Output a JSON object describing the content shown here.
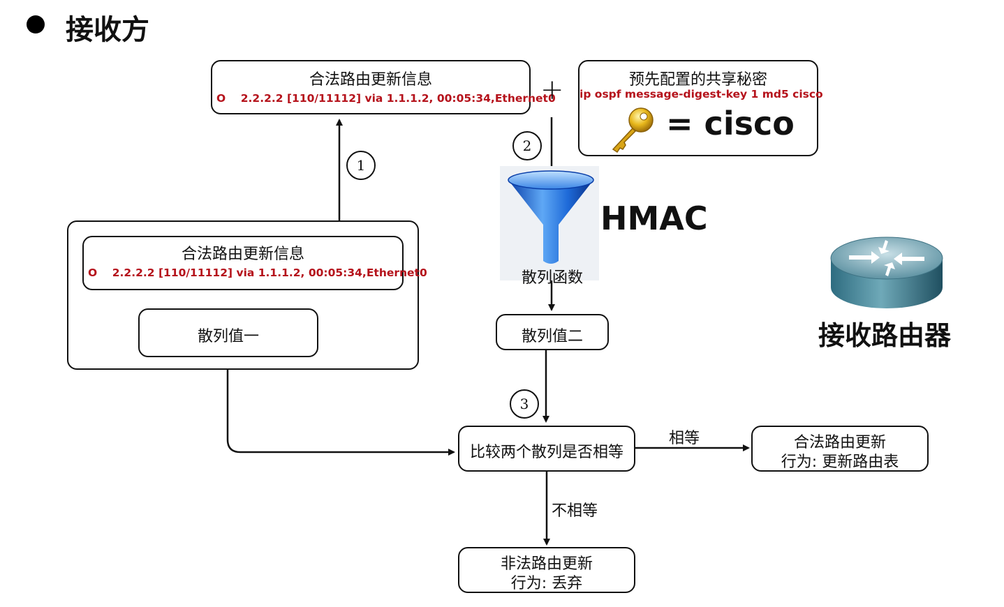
{
  "header": {
    "title": "接收方"
  },
  "top_update": {
    "title": "合法路由更新信息",
    "route": "O    2.2.2.2 [110/11112] via 1.1.1.2, 00:05:34,Ethernet0"
  },
  "plus_sign": "+",
  "shared_secret": {
    "title": "预先配置的共享秘密",
    "command": "ip ospf message-digest-key 1 md5 cisco",
    "equals": "= cisco"
  },
  "steps": {
    "one": "1",
    "two": "2",
    "three": "3"
  },
  "hmac": {
    "label": "HMAC",
    "funnel_caption": "散列函数"
  },
  "received_packet": {
    "update_title": "合法路由更新信息",
    "update_route": "O    2.2.2.2 [110/11112] via 1.1.1.2, 00:05:34,Ethernet0",
    "hash_one": "散列值一"
  },
  "hash_two": "散列值二",
  "router": {
    "label": "接收路由器"
  },
  "compare": {
    "label": "比较两个散列是否相等"
  },
  "equal_branch": {
    "label": "相等",
    "line1": "合法路由更新",
    "line2": "行为: 更新路由表"
  },
  "unequal_branch": {
    "label": "不相等",
    "line1": "非法路由更新",
    "line2": "行为: 丢弃"
  }
}
